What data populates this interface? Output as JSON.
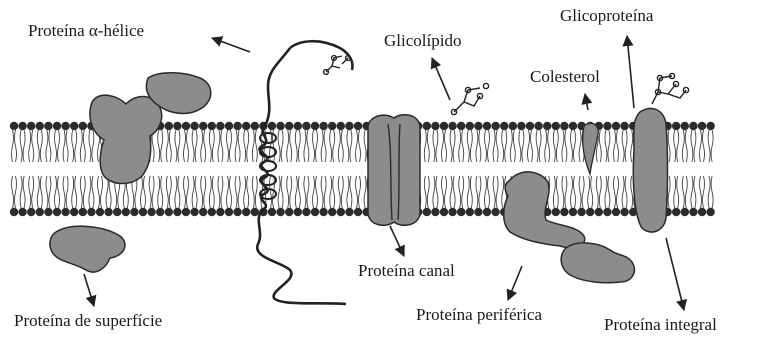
{
  "labels": {
    "alpha_helix": "Proteína α-hélice",
    "glycolipid": "Glicolípido",
    "glycoprotein": "Glicoproteína",
    "cholesterol": "Colesterol",
    "channel_protein": "Proteína canal",
    "surface_protein": "Proteína de superfície",
    "peripheral_protein": "Proteína periférica",
    "integral_protein": "Proteína integral"
  },
  "colors": {
    "head": "#2b2b2b",
    "tail": "#444444",
    "protein_fill": "#8c8c8c",
    "protein_stroke": "#2a2a2a",
    "line": "#222222"
  }
}
